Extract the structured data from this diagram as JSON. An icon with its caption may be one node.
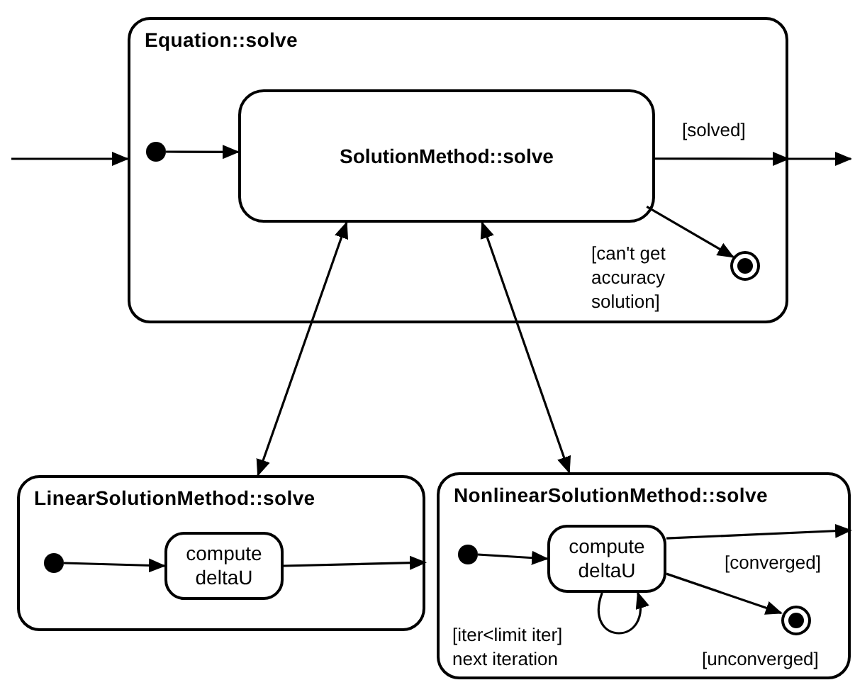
{
  "diagram": {
    "nodes": [
      {
        "text": [
          "Equation::solve"
        ]
      },
      {
        "text": [],
        "shape": "dot",
        "in": 0
      },
      {
        "text": [
          "SolutionMethod::solve"
        ],
        "in": 0
      },
      {
        "text": [],
        "shape": "bullseye",
        "in": 0
      },
      {
        "text": [
          "LinearSolutionMethod::solve"
        ]
      },
      {
        "text": [],
        "shape": "dot",
        "in": 4
      },
      {
        "text": [
          "compute deltaU"
        ],
        "in": 4
      },
      {
        "text": [
          "NonlinearSolutionMethod::solve"
        ]
      },
      {
        "text": [],
        "shape": "dot",
        "in": 7
      },
      {
        "text": [
          "compute deltaU"
        ],
        "in": 7
      },
      {
        "text": [],
        "shape": "bullseye",
        "in": 7
      }
    ],
    "edges": [
      {
        "from": null,
        "to": 0,
        "arrow": "to"
      },
      {
        "from": 1,
        "to": 2,
        "arrow": "to"
      },
      {
        "from": 2,
        "to": 0,
        "arrow": "to",
        "label": "[solved]"
      },
      {
        "from": 0,
        "to": null,
        "arrow": "to"
      },
      {
        "from": 2,
        "to": 3,
        "arrow": "to",
        "label": "[can't get accuracy solution]"
      },
      {
        "from": 2,
        "to": 4,
        "arrow": "both"
      },
      {
        "from": 2,
        "to": 7,
        "arrow": "both"
      },
      {
        "from": 5,
        "to": 6,
        "arrow": "to"
      },
      {
        "from": 6,
        "to": 4,
        "arrow": "to"
      },
      {
        "from": 8,
        "to": 9,
        "arrow": "to"
      },
      {
        "from": 9,
        "to": 7,
        "arrow": "to",
        "label": "[converged]"
      },
      {
        "from": 9,
        "to": 10,
        "arrow": "to",
        "label": "[unconverged]"
      },
      {
        "from": 9,
        "to": 9,
        "arrow": "to",
        "label": "[iter<limit iter] next iteration"
      }
    ]
  }
}
